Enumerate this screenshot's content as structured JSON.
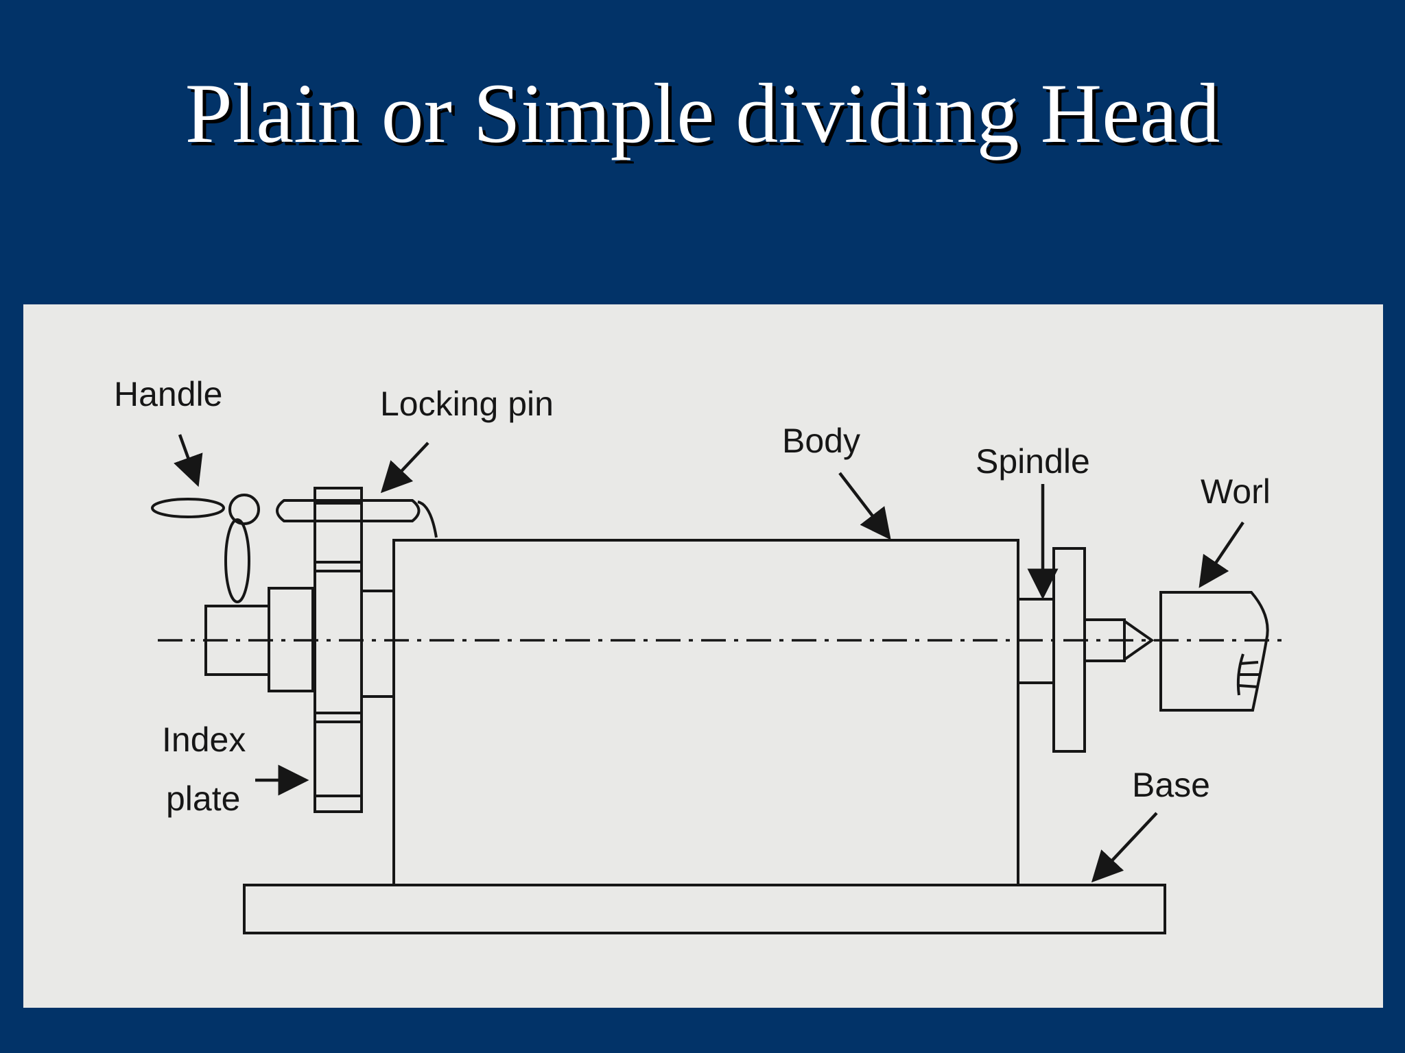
{
  "slide": {
    "title": "Plain or Simple dividing Head",
    "background_color": "#023368",
    "title_color": "#ffffff"
  },
  "figure": {
    "panel_color": "#e9e9e7",
    "ink_color": "#161616",
    "labels": {
      "handle": "Handle",
      "locking_pin": "Locking pin",
      "body": "Body",
      "spindle": "Spindle",
      "work": "Worl",
      "index_plate_line1": "Index",
      "index_plate_line2": "plate",
      "base": "Base"
    }
  }
}
